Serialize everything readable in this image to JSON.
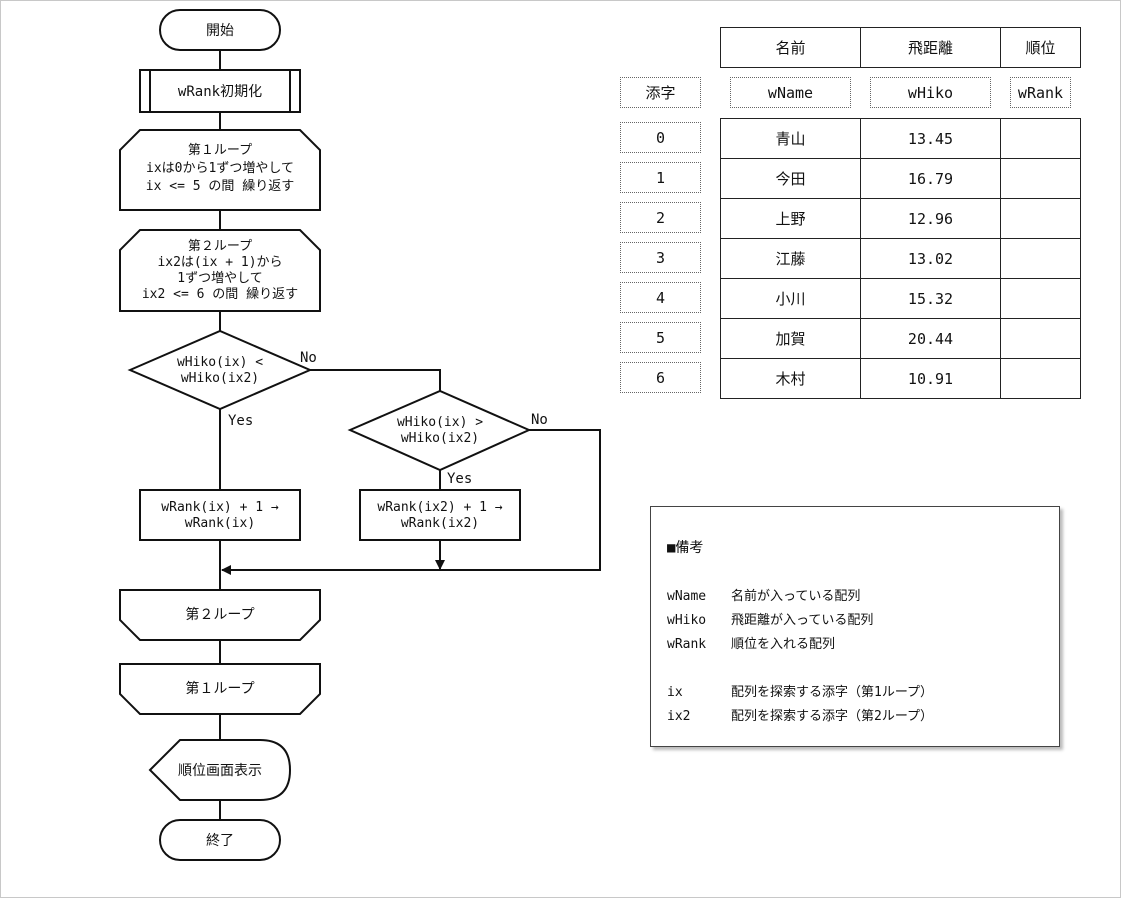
{
  "flowchart": {
    "start": "開始",
    "init": "wRank初期化",
    "loop1_head": [
      "第１ループ",
      "ixは0から1ずつ増やして",
      "ix <= 5 の間 繰り返す"
    ],
    "loop2_head": [
      "第２ループ",
      "ix2は(ix + 1)から",
      "1ずつ増やして",
      "ix2 <= 6 の間 繰り返す"
    ],
    "decision1": [
      "wHiko(ix) <",
      "wHiko(ix2)"
    ],
    "decision1_no": "No",
    "decision1_yes": "Yes",
    "decision2": [
      "wHiko(ix) >",
      "wHiko(ix2)"
    ],
    "decision2_no": "No",
    "decision2_yes": "Yes",
    "process1": [
      "wRank(ix) + 1 →",
      "wRank(ix)"
    ],
    "process2": [
      "wRank(ix2) + 1 →",
      "wRank(ix2)"
    ],
    "loop2_end": "第２ループ",
    "loop1_end": "第１ループ",
    "display": "順位画面表示",
    "end": "終了"
  },
  "table": {
    "headers": [
      "名前",
      "飛距離",
      "順位"
    ],
    "index_label": "添字",
    "array_names": [
      "wName",
      "wHiko",
      "wRank"
    ],
    "rows": [
      {
        "index": "0",
        "name": "青山",
        "hiko": "13.45",
        "rank": ""
      },
      {
        "index": "1",
        "name": "今田",
        "hiko": "16.79",
        "rank": ""
      },
      {
        "index": "2",
        "name": "上野",
        "hiko": "12.96",
        "rank": ""
      },
      {
        "index": "3",
        "name": "江藤",
        "hiko": "13.02",
        "rank": ""
      },
      {
        "index": "4",
        "name": "小川",
        "hiko": "15.32",
        "rank": ""
      },
      {
        "index": "5",
        "name": "加賀",
        "hiko": "20.44",
        "rank": ""
      },
      {
        "index": "6",
        "name": "木村",
        "hiko": "10.91",
        "rank": ""
      }
    ]
  },
  "notes": {
    "title": "■備考",
    "items": [
      {
        "key": "wName",
        "desc": "名前が入っている配列"
      },
      {
        "key": "wHiko",
        "desc": "飛距離が入っている配列"
      },
      {
        "key": "wRank",
        "desc": "順位を入れる配列"
      },
      {
        "key": "ix",
        "desc": "配列を探索する添字（第1ループ）"
      },
      {
        "key": "ix2",
        "desc": "配列を探索する添字（第2ループ）"
      }
    ]
  }
}
